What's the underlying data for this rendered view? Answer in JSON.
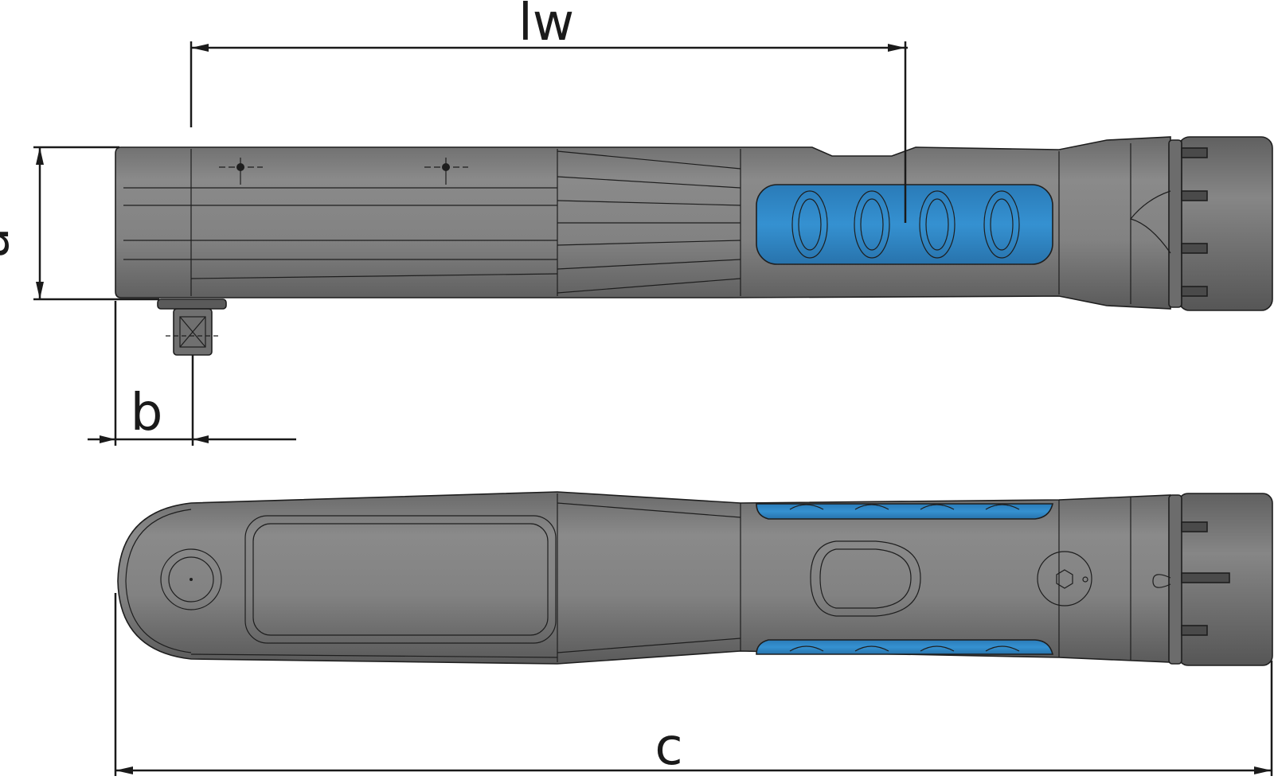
{
  "labels": {
    "lw": "lw",
    "a": "a",
    "b": "b",
    "c": "c"
  },
  "colors": {
    "body_gray": "#7e7e7e",
    "body_gray_light": "#8d8d8d",
    "body_gray_dark": "#5e5e5e",
    "grip_blue": "#2f86c6",
    "line": "#1e1e1e"
  },
  "grip_cutouts": 4
}
